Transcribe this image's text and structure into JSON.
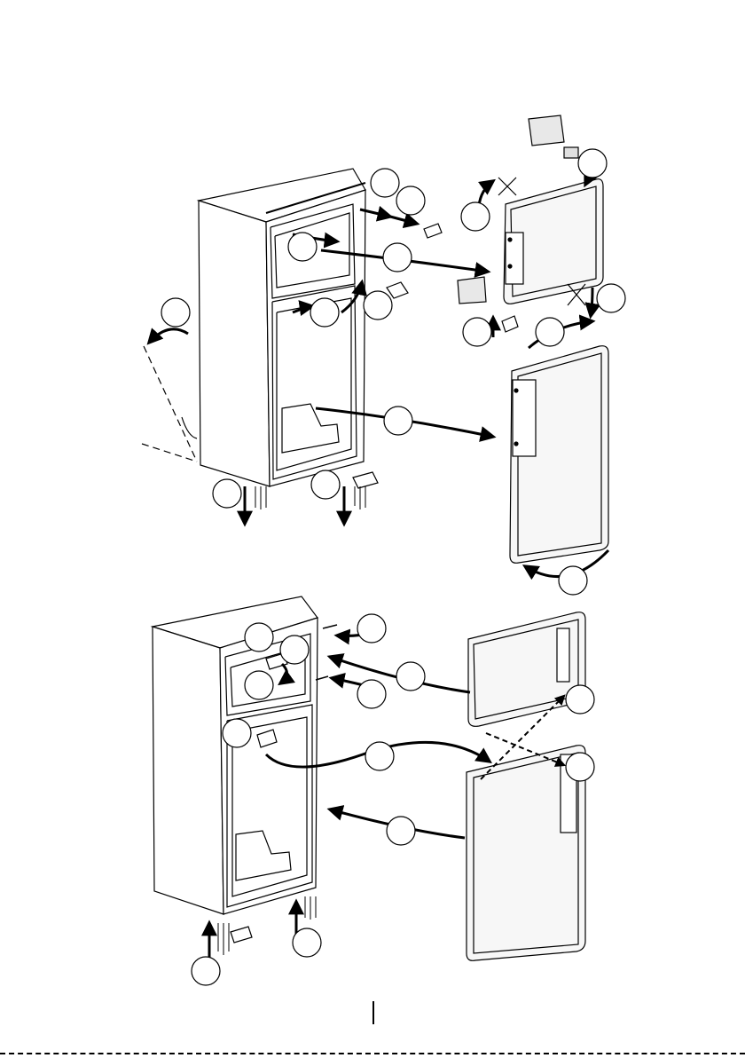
{
  "document": {
    "type": "appliance door reversal instruction diagram",
    "page_number": "",
    "colors": {
      "line": "#000000",
      "paper": "#ffffff",
      "door_fill": "#f7f7f7",
      "body_fill": "#ffffff"
    }
  },
  "figures": [
    {
      "name": "removal-steps",
      "step_callouts": 17,
      "callout_labels": ""
    },
    {
      "name": "reinstall-steps",
      "step_callouts": 12,
      "callout_labels": ""
    }
  ],
  "icons": [
    "fridge-cabinet",
    "freezer-door",
    "fridge-door",
    "door-handle",
    "hinge",
    "screw",
    "parts-bag",
    "crossed-out-part",
    "arrow"
  ]
}
